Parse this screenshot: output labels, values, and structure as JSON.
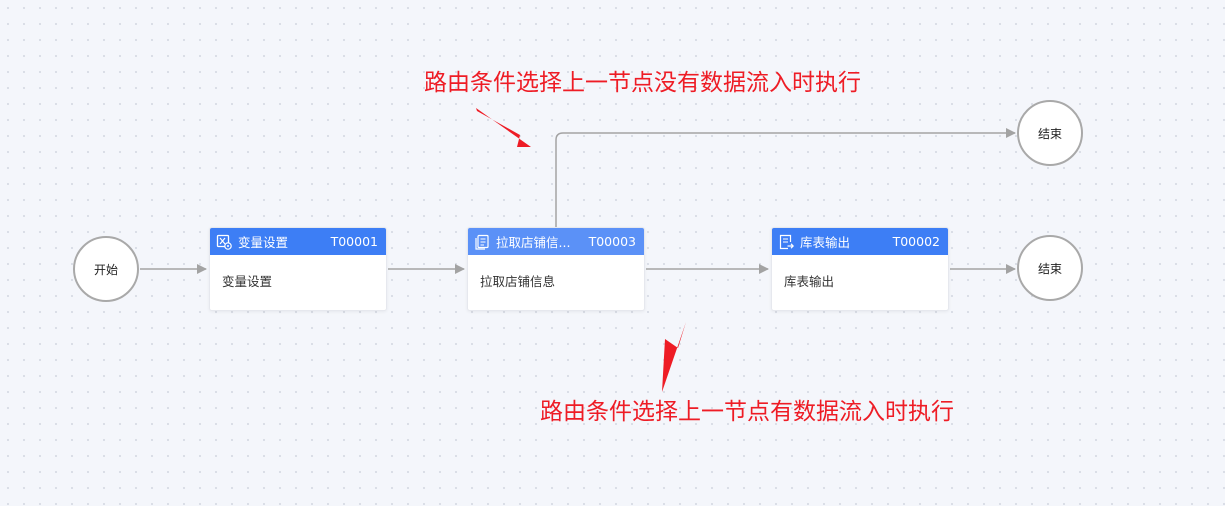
{
  "nodes": {
    "start": {
      "label": "开始"
    },
    "end_top": {
      "label": "结束"
    },
    "end_bottom": {
      "label": "结束"
    },
    "task_var": {
      "title": "变量设置",
      "code": "T00001",
      "body": "变量设置",
      "icon": "variable-settings-icon"
    },
    "task_fetch": {
      "title": "拉取店铺信...",
      "code": "T00003",
      "body": "拉取店铺信息",
      "icon": "document-icon"
    },
    "task_output": {
      "title": "库表输出",
      "code": "T00002",
      "body": "库表输出",
      "icon": "table-output-icon"
    }
  },
  "annotations": {
    "top": "路由条件选择上一节点没有数据流入时执行",
    "bottom": "路由条件选择上一节点有数据流入时执行"
  },
  "colors": {
    "task_header": "#3d7ef5",
    "task_header_selected": "#5b91f7",
    "edge": "#a3a3a3",
    "annotation": "#ee1c25",
    "canvas_bg": "#f4f6fb"
  }
}
